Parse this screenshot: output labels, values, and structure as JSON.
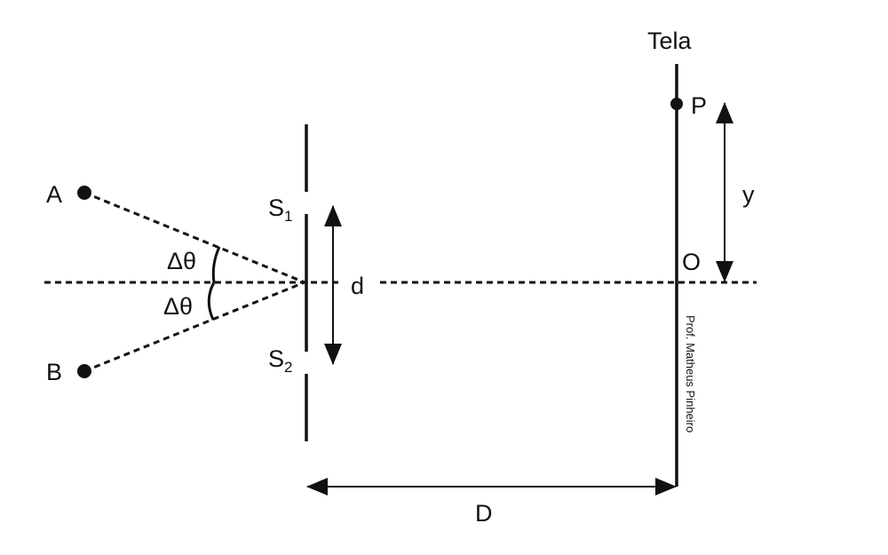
{
  "labels": {
    "source_a": "A",
    "source_b": "B",
    "slit_1": "S",
    "slit_1_sub": "1",
    "slit_2": "S",
    "slit_2_sub": "2",
    "angle_top": "Δθ",
    "angle_bottom": "Δθ",
    "slit_separation": "d",
    "screen": "Tela",
    "point_p": "P",
    "origin": "O",
    "height": "y",
    "distance": "D"
  },
  "watermark": "Prof. Matheus Pinheiro",
  "colors": {
    "ink": "#111111",
    "background": "#ffffff"
  }
}
